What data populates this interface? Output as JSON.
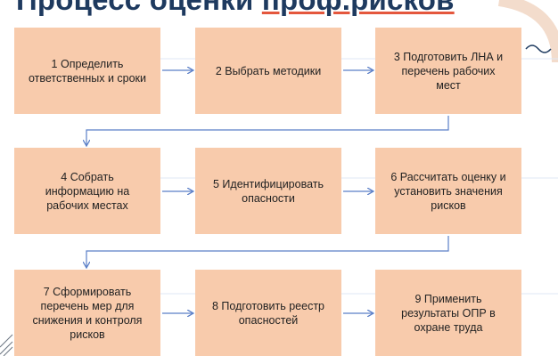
{
  "title": {
    "prefix": "Процесс оценки ",
    "highlight": "проф.рисков"
  },
  "steps": [
    "1 Определить\nответственных и сроки",
    "2 Выбрать методики",
    "3 Подготовить ЛНА и\nперечень рабочих\nмест",
    "4 Собрать\nинформацию на\nрабочих местах",
    "5 Идентифицировать\nопасности",
    "6 Рассчитать оценку и\nустановить значения\nрисков",
    "7 Сформировать\nперечень мер для\nснижения и контроля\nрисков",
    "8 Подготовить реестр\nопасностей",
    "9 Применить\nрезультаты ОПР в\nохране труда"
  ],
  "colors": {
    "box": "#f8cbac",
    "arrow": "#5b7fc7",
    "title": "#1e3a5f",
    "accent": "#e4573d"
  }
}
